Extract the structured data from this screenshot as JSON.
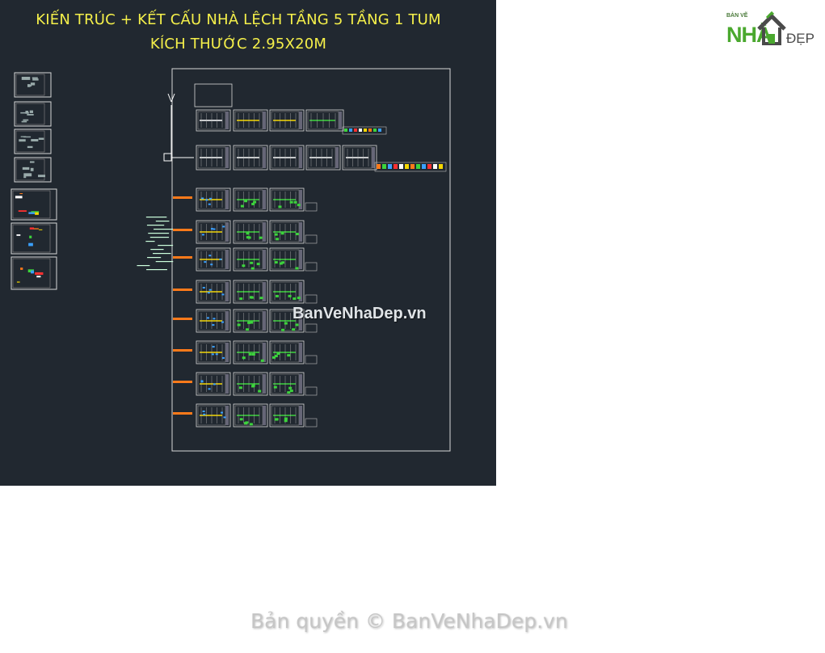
{
  "drawing": {
    "title_line1": "KIẾN TRÚC + KẾT CẤU NHÀ LỆCH TẦNG 5 TẦNG 1  TUM",
    "title_line2": "KÍCH THƯỚC 2.95X20M",
    "background_color": "#212830",
    "title_color": "#f5f04a",
    "sheet_frame_color": "#d8d8d8",
    "linework_colors": [
      "#ffffff",
      "#f5d800",
      "#ff7a1a",
      "#3cd43c",
      "#3aa0ff",
      "#ff3030"
    ],
    "ucs_icon": "ucs-axis-icon"
  },
  "logo": {
    "small_text": "BẢN VẼ",
    "main_text": "NHÀ",
    "suffix_text": "ĐẸP",
    "icon": "house-icon",
    "brand_color": "#4aa82e"
  },
  "watermarks": {
    "center": "BanVeNhaDep.vn",
    "bottom": "Bản quyền © BanVeNhaDep.vn"
  }
}
